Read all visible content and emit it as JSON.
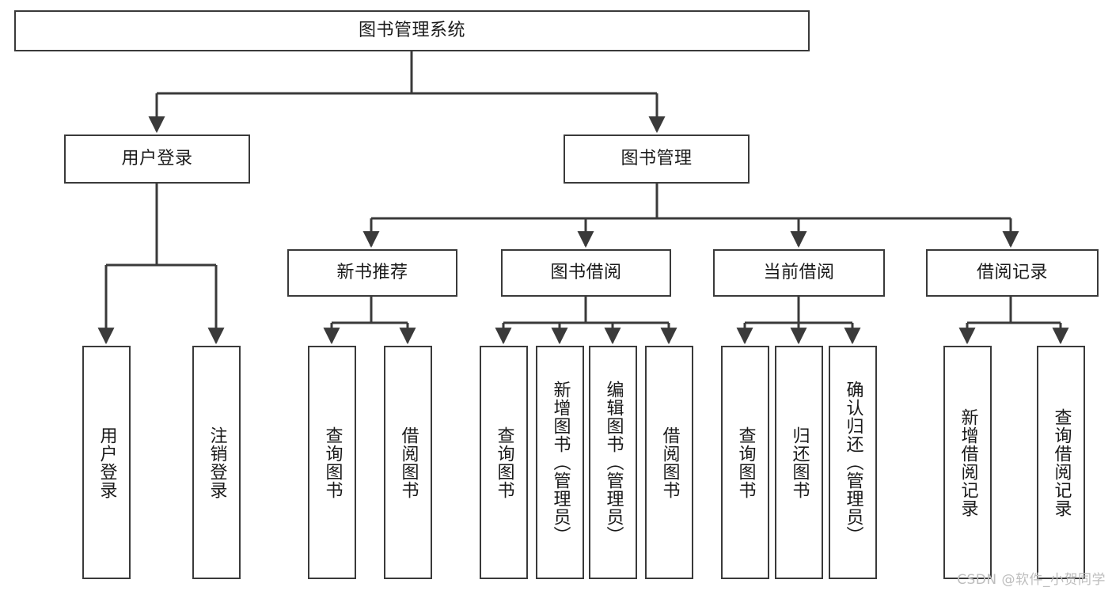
{
  "diagram": {
    "type": "tree-hierarchy",
    "root": {
      "id": "root",
      "label": "图书管理系统"
    },
    "level2": [
      {
        "id": "user-login",
        "label": "用户登录"
      },
      {
        "id": "book-management",
        "label": "图书管理"
      }
    ],
    "level3": [
      {
        "id": "new-book-recommend",
        "label": "新书推荐",
        "parent": "book-management"
      },
      {
        "id": "book-borrow",
        "label": "图书借阅",
        "parent": "book-management"
      },
      {
        "id": "current-borrow",
        "label": "当前借阅",
        "parent": "book-management"
      },
      {
        "id": "borrow-record",
        "label": "借阅记录",
        "parent": "book-management"
      }
    ],
    "leaves": [
      {
        "id": "leaf-user-login",
        "label": "用户登录",
        "parent": "user-login"
      },
      {
        "id": "leaf-logout-login",
        "label": "注销登录",
        "parent": "user-login"
      },
      {
        "id": "leaf-query-book-1",
        "label": "查询图书",
        "parent": "new-book-recommend"
      },
      {
        "id": "leaf-borrow-book-1",
        "label": "借阅图书",
        "parent": "new-book-recommend"
      },
      {
        "id": "leaf-query-book-2",
        "label": "查询图书",
        "parent": "book-borrow"
      },
      {
        "id": "leaf-add-book",
        "label": "新增图书（管理员）",
        "parent": "book-borrow"
      },
      {
        "id": "leaf-edit-book",
        "label": "编辑图书（管理员）",
        "parent": "book-borrow"
      },
      {
        "id": "leaf-borrow-book-2",
        "label": "借阅图书",
        "parent": "book-borrow"
      },
      {
        "id": "leaf-query-book-3",
        "label": "查询图书",
        "parent": "current-borrow"
      },
      {
        "id": "leaf-return-book",
        "label": "归还图书",
        "parent": "current-borrow"
      },
      {
        "id": "leaf-confirm-return",
        "label": "确认归还（管理员）",
        "parent": "current-borrow"
      },
      {
        "id": "leaf-add-record",
        "label": "新增借阅记录",
        "parent": "borrow-record"
      },
      {
        "id": "leaf-query-record",
        "label": "查询借阅记录",
        "parent": "borrow-record"
      }
    ]
  },
  "watermark": {
    "text": "CSDN @软件_小贺同学"
  },
  "colors": {
    "stroke": "#3a3a3a",
    "box_fill": "#ffffff",
    "text": "#1a1a1a",
    "watermark": "#bdbdbd",
    "background": "#ffffff"
  }
}
